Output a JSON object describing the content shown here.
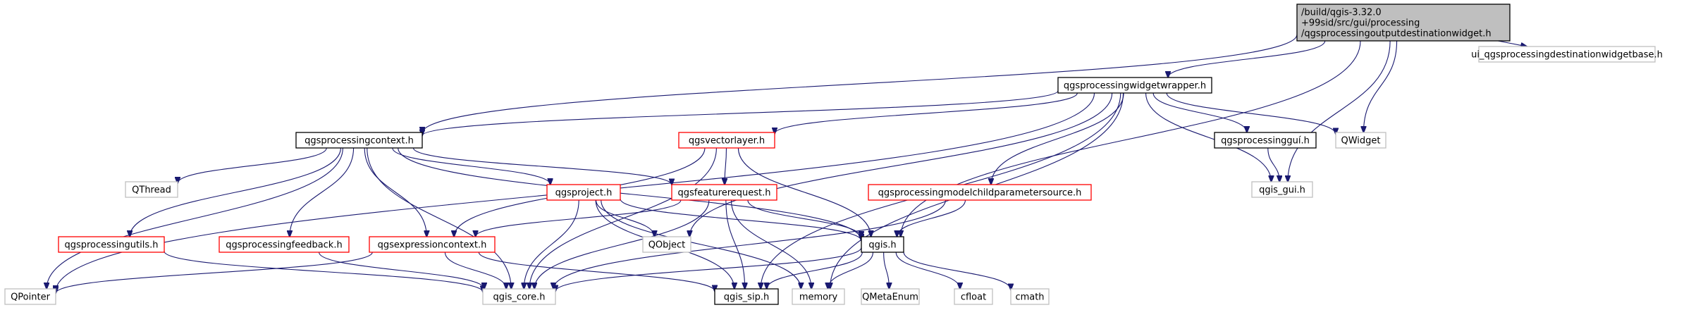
{
  "graph": {
    "colors": {
      "edge": "#191970",
      "root_fill": "#bfbfbf",
      "red_border": "#ff0000",
      "external_border": "#bfbfbf",
      "doc_border": "#000000"
    },
    "nodes": [
      {
        "id": "root",
        "lines": [
          "/build/qgis-3.32.0",
          "+99sid/src/gui/processing",
          "/qgsprocessingoutputdestinationwidget.h"
        ],
        "style": "root"
      },
      {
        "id": "ui_base",
        "lines": [
          "ui_qgsprocessingdestinationwidgetbase.h"
        ],
        "style": "ext"
      },
      {
        "id": "wrapper",
        "lines": [
          "qgsprocessingwidgetwrapper.h"
        ],
        "style": "doc"
      },
      {
        "id": "context",
        "lines": [
          "qgsprocessingcontext.h"
        ],
        "style": "doc"
      },
      {
        "id": "vectorlayer",
        "lines": [
          "qgsvectorlayer.h"
        ],
        "style": "red"
      },
      {
        "id": "procgui",
        "lines": [
          "qgsprocessingguí.h"
        ],
        "style": "doc"
      },
      {
        "id": "qwidget",
        "lines": [
          "QWidget"
        ],
        "style": "ext"
      },
      {
        "id": "qgis_gui",
        "lines": [
          "qgis_gui.h"
        ],
        "style": "ext"
      },
      {
        "id": "qthread",
        "lines": [
          "QThread"
        ],
        "style": "ext"
      },
      {
        "id": "project",
        "lines": [
          "qgsproject.h"
        ],
        "style": "red"
      },
      {
        "id": "featreq",
        "lines": [
          "qgsfeaturerequest.h"
        ],
        "style": "red"
      },
      {
        "id": "modelchild",
        "lines": [
          "qgsprocessingmodelchildparametersource.h"
        ],
        "style": "red"
      },
      {
        "id": "utils",
        "lines": [
          "qgsprocessingutils.h"
        ],
        "style": "red"
      },
      {
        "id": "feedback",
        "lines": [
          "qgsprocessingfeedback.h"
        ],
        "style": "red"
      },
      {
        "id": "exprctx",
        "lines": [
          "qgsexpressioncontext.h"
        ],
        "style": "red"
      },
      {
        "id": "qobject",
        "lines": [
          "QObject"
        ],
        "style": "ext"
      },
      {
        "id": "qgis_h",
        "lines": [
          "qgis.h"
        ],
        "style": "doc"
      },
      {
        "id": "qpointer",
        "lines": [
          "QPointer"
        ],
        "style": "ext"
      },
      {
        "id": "qgis_core",
        "lines": [
          "qgis_core.h"
        ],
        "style": "ext"
      },
      {
        "id": "qgis_sip",
        "lines": [
          "qgis_sip.h"
        ],
        "style": "doc"
      },
      {
        "id": "memory",
        "lines": [
          "memory"
        ],
        "style": "ext"
      },
      {
        "id": "qmetaenum",
        "lines": [
          "QMetaEnum"
        ],
        "style": "ext"
      },
      {
        "id": "cfloat",
        "lines": [
          "cfloat"
        ],
        "style": "ext"
      },
      {
        "id": "cmath",
        "lines": [
          "cmath"
        ],
        "style": "ext"
      }
    ],
    "edges": [
      [
        "root",
        "wrapper"
      ],
      [
        "root",
        "context"
      ],
      [
        "root",
        "qwidget"
      ],
      [
        "root",
        "qgis_gui"
      ],
      [
        "root",
        "qgis_h"
      ],
      [
        "root",
        "ui_base"
      ],
      [
        "wrapper",
        "context"
      ],
      [
        "wrapper",
        "vectorlayer"
      ],
      [
        "wrapper",
        "procgui"
      ],
      [
        "wrapper",
        "qwidget"
      ],
      [
        "wrapper",
        "qgis_gui"
      ],
      [
        "wrapper",
        "modelchild"
      ],
      [
        "wrapper",
        "qobject"
      ],
      [
        "wrapper",
        "qpointer"
      ],
      [
        "wrapper",
        "qgis_sip"
      ],
      [
        "wrapper",
        "memory"
      ],
      [
        "context",
        "qthread"
      ],
      [
        "context",
        "project"
      ],
      [
        "context",
        "featreq"
      ],
      [
        "context",
        "utils"
      ],
      [
        "context",
        "feedback"
      ],
      [
        "context",
        "exprctx"
      ],
      [
        "context",
        "qgis_h"
      ],
      [
        "context",
        "qpointer"
      ],
      [
        "context",
        "qgis_core"
      ],
      [
        "vectorlayer",
        "featreq"
      ],
      [
        "vectorlayer",
        "exprctx"
      ],
      [
        "vectorlayer",
        "qgis_h"
      ],
      [
        "vectorlayer",
        "qgis_core"
      ],
      [
        "procgui",
        "qgis_gui"
      ],
      [
        "project",
        "qobject"
      ],
      [
        "project",
        "qgis_h"
      ],
      [
        "project",
        "qgis_core"
      ],
      [
        "project",
        "qgis_sip"
      ],
      [
        "project",
        "memory"
      ],
      [
        "featreq",
        "exprctx"
      ],
      [
        "featreq",
        "qgis_h"
      ],
      [
        "featreq",
        "qgis_core"
      ],
      [
        "featreq",
        "qgis_sip"
      ],
      [
        "featreq",
        "memory"
      ],
      [
        "modelchild",
        "qgis_h"
      ],
      [
        "modelchild",
        "qgis_core"
      ],
      [
        "utils",
        "qgis_core"
      ],
      [
        "feedback",
        "qgis_core"
      ],
      [
        "exprctx",
        "qgis_core"
      ],
      [
        "exprctx",
        "qgis_sip"
      ],
      [
        "exprctx",
        "qpointer"
      ],
      [
        "qgis_h",
        "qgis_core"
      ],
      [
        "qgis_h",
        "qgis_sip"
      ],
      [
        "qgis_h",
        "memory"
      ],
      [
        "qgis_h",
        "qmetaenum"
      ],
      [
        "qgis_h",
        "cfloat"
      ],
      [
        "qgis_h",
        "cmath"
      ]
    ]
  }
}
